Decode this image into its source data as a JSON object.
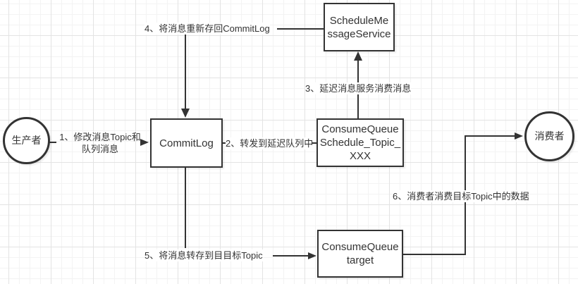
{
  "canvas": {
    "background": "#ffffff",
    "grid_minor_color": "#f3f3f3",
    "grid_major_color": "#e3e3e3",
    "stroke_color": "#333333"
  },
  "nodes": {
    "producer": {
      "label": "生产者"
    },
    "consumer": {
      "label": "消费者"
    },
    "commitlog": {
      "label": "CommitLog"
    },
    "schedule_service": {
      "lines": [
        "ScheduleMe",
        "ssageService"
      ]
    },
    "cq_schedule": {
      "lines": [
        "ConsumeQueue",
        "Schedule_Topic_",
        "XXX"
      ]
    },
    "cq_target": {
      "lines": [
        "ConsumeQueue",
        "target"
      ]
    }
  },
  "labels": {
    "step1": {
      "lines": [
        "1、修改消息Topic和",
        "队列消息"
      ]
    },
    "step2": {
      "text": "2、转发到延迟队列中"
    },
    "step3": {
      "text": "3、延迟消息服务消费消息"
    },
    "step4": {
      "text": "4、将消息重新存回CommitLog"
    },
    "step5": {
      "text": "5、将消息转存到目目标Topic"
    },
    "step6": {
      "text": "6、消费者消费目标Topic中的数据"
    }
  }
}
